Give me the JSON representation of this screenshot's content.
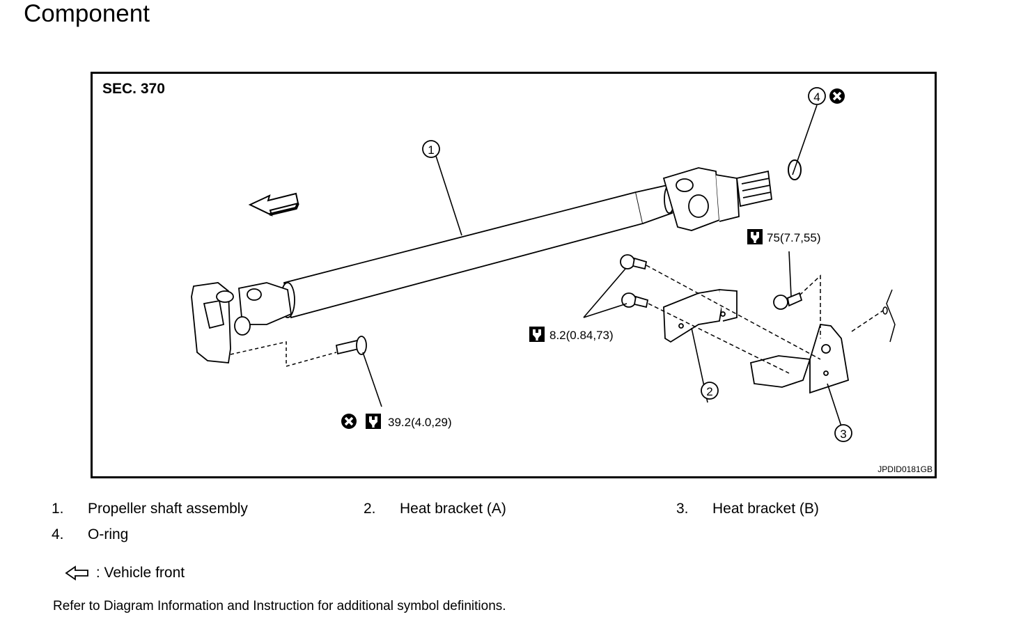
{
  "page": {
    "title": "Component"
  },
  "figure": {
    "section": "SEC. 370",
    "code": "JPDID0181GB",
    "callouts": [
      "1",
      "2",
      "3",
      "4"
    ],
    "torques": {
      "upper_bolt": "75(7.7,55)",
      "bracket_bolts": "8.2(0.84,73)",
      "flange_bolt": "39.2(4.0,29)"
    },
    "icons": {
      "torque": "torque-wrench-icon",
      "do_not_reuse": "do-not-reuse-icon",
      "front_arrow": "vehicle-front-arrow-icon"
    }
  },
  "legend": {
    "items": [
      {
        "num": "1.",
        "name": "Propeller shaft assembly"
      },
      {
        "num": "2.",
        "name": "Heat bracket (A)"
      },
      {
        "num": "3.",
        "name": "Heat bracket (B)"
      },
      {
        "num": "4.",
        "name": "O-ring"
      }
    ]
  },
  "front_note": ": Vehicle front",
  "reference_note": "Refer to Diagram Information and Instruction for additional symbol definitions."
}
